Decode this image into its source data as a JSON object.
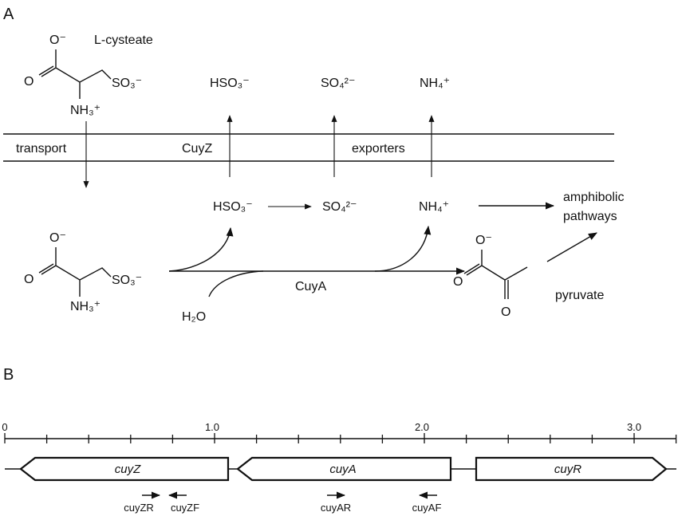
{
  "panel_a": {
    "label": "A",
    "substrate_name": "L-cysteate",
    "membrane": {
      "transport_label": "transport",
      "cuyz_label": "CuyZ",
      "exporters_label": "exporters"
    },
    "outside_products": {
      "hso3": "HSO₃⁻",
      "so4": "SO₄²⁻",
      "nh4": "NH₄⁺"
    },
    "inside_products": {
      "hso3": "HSO₃⁻",
      "so4": "SO₄²⁻",
      "nh4": "NH₄⁺"
    },
    "enzyme_label": "CuyA",
    "water_label": "H₂O",
    "pyruvate_label": "pyruvate",
    "amphibolic_line1": "amphibolic",
    "amphibolic_line2": "pathways",
    "molecule_atoms": {
      "o_minus": "O⁻",
      "o": "O",
      "so3": "SO₃⁻",
      "nh3": "NH₃⁺"
    }
  },
  "panel_b": {
    "label": "B",
    "scale_labels": [
      "0",
      "1.0",
      "2.0",
      "3.0"
    ],
    "genes": [
      {
        "name": "cuyZ",
        "direction": "left"
      },
      {
        "name": "cuyA",
        "direction": "left"
      },
      {
        "name": "cuyR",
        "direction": "right"
      }
    ],
    "primers": [
      {
        "name": "cuyZR",
        "direction": "right"
      },
      {
        "name": "cuyZF",
        "direction": "left"
      },
      {
        "name": "cuyAR",
        "direction": "right"
      },
      {
        "name": "cuyAF",
        "direction": "left"
      }
    ]
  }
}
